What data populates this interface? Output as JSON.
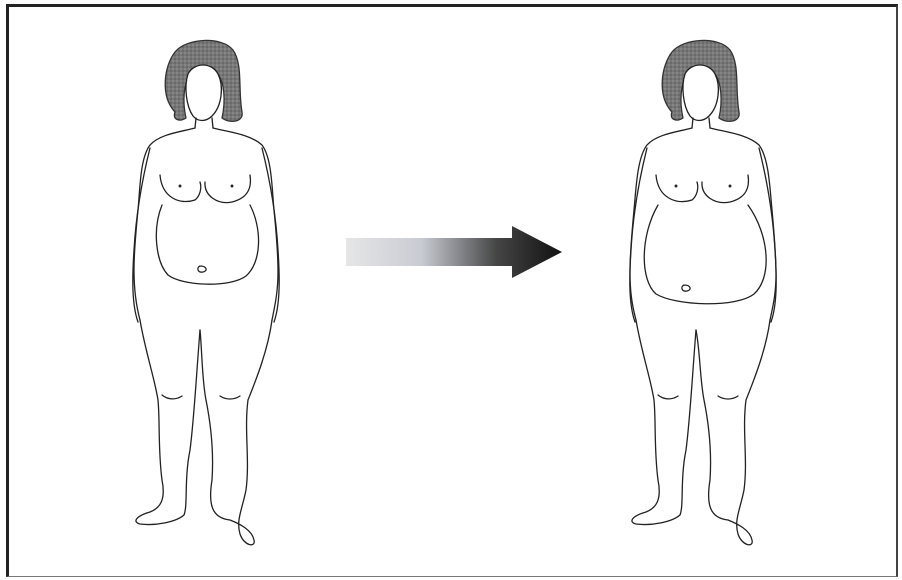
{
  "figure": {
    "left_figure": {
      "icon": "woman-before-figure",
      "hair_color": "#6f6f6f"
    },
    "arrow": {
      "icon": "gradient-arrow-right",
      "gradient_start": "#e6e6e6",
      "gradient_end": "#111111"
    },
    "right_figure": {
      "icon": "woman-after-figure",
      "hair_color": "#6f6f6f"
    },
    "line_color": "#222222",
    "frame_color": "#222222"
  }
}
